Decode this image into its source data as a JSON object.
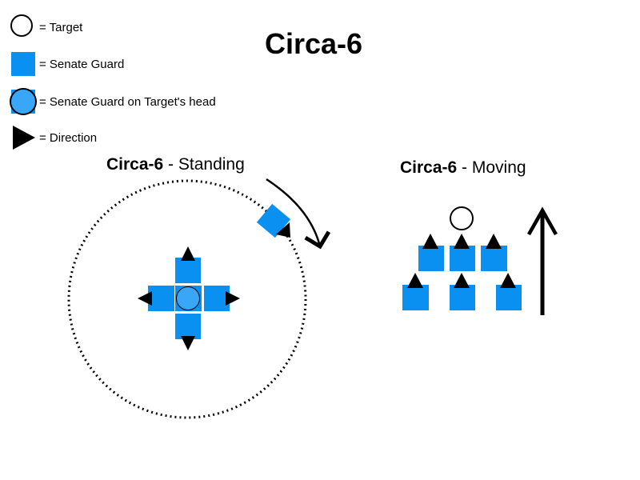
{
  "title": "Circa-6",
  "legend": [
    {
      "symbol": "circle-outline",
      "label": "= Target"
    },
    {
      "symbol": "blue-square",
      "label": "= Senate Guard"
    },
    {
      "symbol": "blue-square-with-circle",
      "label": "= Senate Guard on Target's head"
    },
    {
      "symbol": "black-triangle",
      "label": "= Direction"
    }
  ],
  "standing": {
    "name": "Circa-6",
    "state": " - Standing"
  },
  "moving": {
    "name": "Circa-6",
    "state": " - Moving"
  },
  "colors": {
    "guard": "#0a90f0",
    "guard_head": "#3aa6f8",
    "outline": "#000000",
    "background": "#ffffff"
  }
}
